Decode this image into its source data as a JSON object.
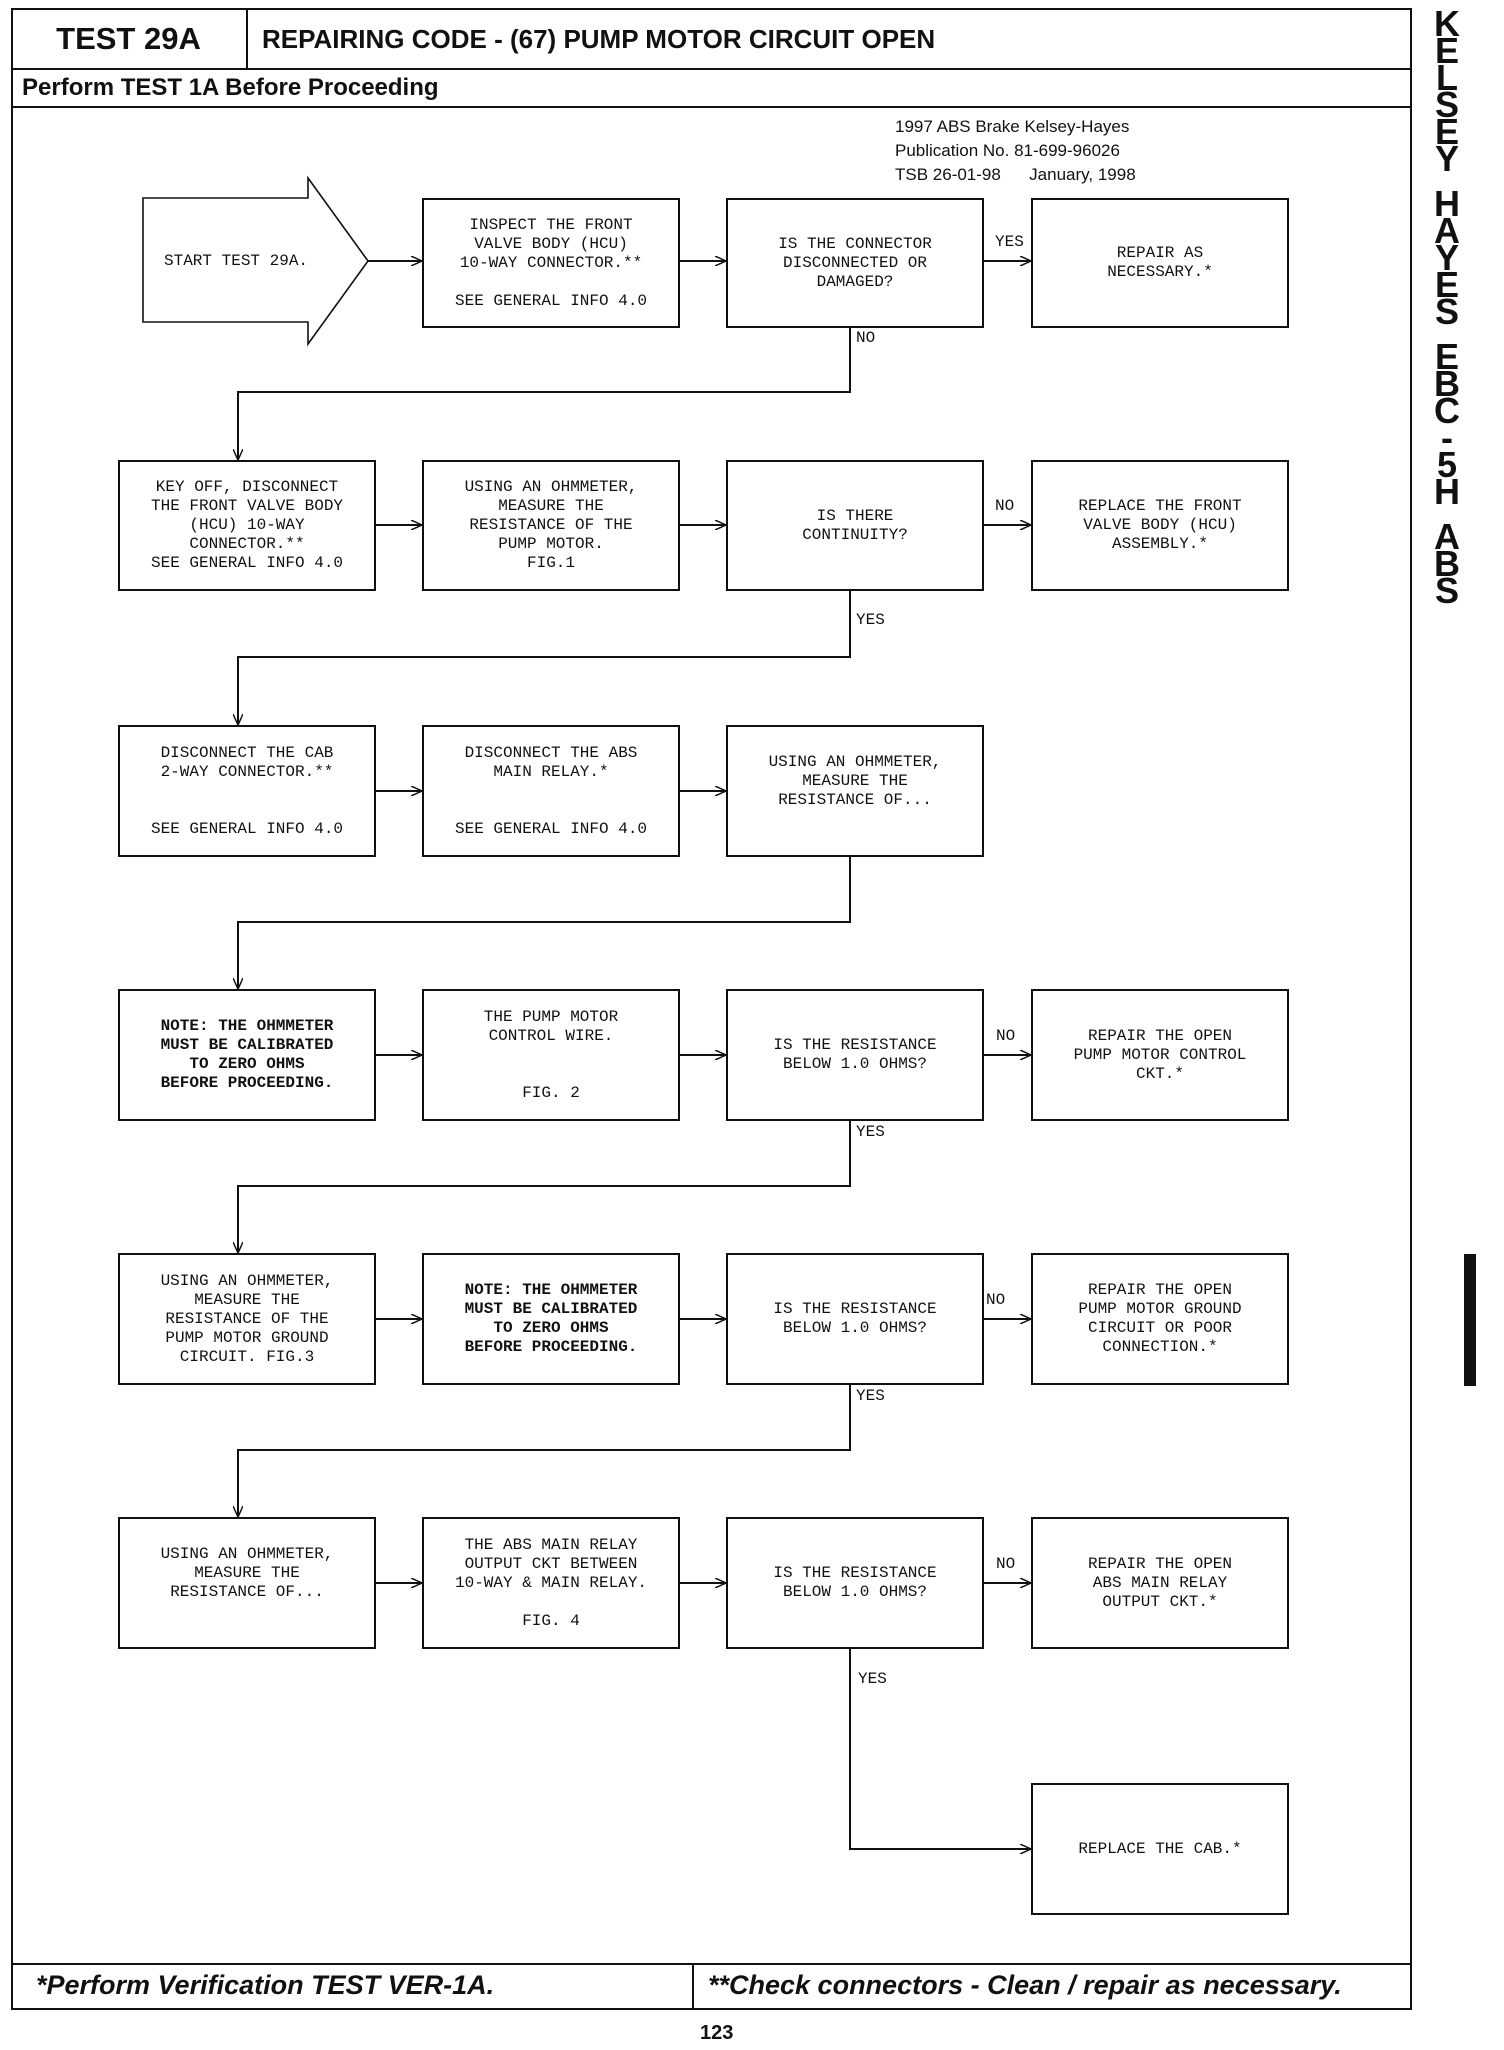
{
  "header": {
    "test_label": "TEST 29A",
    "title": "REPAIRING CODE - (67) PUMP MOTOR CIRCUIT OPEN",
    "subtitle": "Perform TEST 1A Before Proceeding",
    "pub_line1": "1997 ABS Brake Kelsey-Hayes",
    "pub_line2": "Publication No. 81-699-96026",
    "pub_line3": "TSB 26-01-98      January, 1998"
  },
  "side_text": [
    "K",
    "E",
    "L",
    "S",
    "E",
    "Y",
    "",
    "H",
    "A",
    "Y",
    "E",
    "S",
    "",
    "E",
    "B",
    "C",
    "-",
    "5",
    "H",
    "",
    "A",
    "B",
    "S"
  ],
  "flow": {
    "start": "START TEST 29A.",
    "r1c2": "INSPECT THE FRONT\nVALVE BODY (HCU)\n10-WAY CONNECTOR.**\n\nSEE GENERAL INFO 4.0",
    "r1c3": "IS THE CONNECTOR\nDISCONNECTED OR\nDAMAGED?",
    "r1c4": "REPAIR AS\nNECESSARY.*",
    "r2c1": "KEY OFF, DISCONNECT\nTHE FRONT VALVE BODY\n(HCU) 10-WAY\nCONNECTOR.**\nSEE GENERAL INFO 4.0",
    "r2c2": "USING AN OHMMETER,\nMEASURE THE\nRESISTANCE OF THE\nPUMP MOTOR.\nFIG.1",
    "r2c3": "IS THERE\nCONTINUITY?",
    "r2c4": "REPLACE THE FRONT\nVALVE BODY (HCU)\nASSEMBLY.*",
    "r3c1": "DISCONNECT THE CAB\n2-WAY CONNECTOR.**\n\n\nSEE GENERAL INFO 4.0",
    "r3c2": "DISCONNECT THE ABS\nMAIN RELAY.*\n\n\nSEE GENERAL INFO 4.0",
    "r3c3": "USING AN OHMMETER,\nMEASURE THE\nRESISTANCE OF...\n\n",
    "r4c1": "NOTE: THE OHMMETER\nMUST BE CALIBRATED\nTO ZERO OHMS\nBEFORE PROCEEDING.",
    "r4c2": "THE PUMP MOTOR\nCONTROL WIRE.\n\n\nFIG. 2",
    "r4c3": "IS THE RESISTANCE\nBELOW 1.0 OHMS?",
    "r4c4": "REPAIR THE OPEN\nPUMP MOTOR CONTROL\nCKT.*",
    "r5c1": "USING AN OHMMETER,\nMEASURE THE\nRESISTANCE OF THE\nPUMP MOTOR GROUND\nCIRCUIT. FIG.3",
    "r5c2": "NOTE: THE OHMMETER\nMUST BE CALIBRATED\nTO ZERO OHMS\nBEFORE PROCEEDING.",
    "r5c3": "IS THE RESISTANCE\nBELOW 1.0 OHMS?",
    "r5c4": "REPAIR THE OPEN\nPUMP MOTOR GROUND\nCIRCUIT OR POOR\nCONNECTION.*",
    "r6c1": "USING AN OHMMETER,\nMEASURE THE\nRESISTANCE OF...\n\n",
    "r6c2": "THE ABS MAIN RELAY\nOUTPUT CKT BETWEEN\n10-WAY & MAIN RELAY.\n\nFIG. 4",
    "r6c3": "IS THE RESISTANCE\nBELOW 1.0 OHMS?",
    "r6c4": "REPAIR THE OPEN\nABS MAIN RELAY\nOUTPUT CKT.*",
    "r7c4": "REPLACE THE CAB.*"
  },
  "labels": {
    "yes": "YES",
    "no": "NO"
  },
  "footer": {
    "left": "*Perform Verification TEST VER-1A.",
    "right": "**Check connectors - Clean / repair as necessary.",
    "page": "123"
  }
}
